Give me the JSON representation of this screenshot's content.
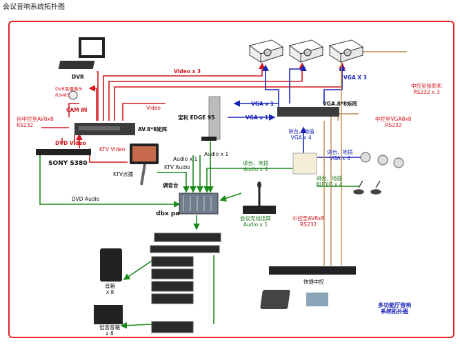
{
  "title": "会议音响系统拓扑图",
  "colors": {
    "red": "#d2161c",
    "blue": "#1a25b8",
    "green": "#1a8a1a",
    "tan": "#c08a4a",
    "frame": "#e6232a"
  },
  "labels": {
    "dvr": "DVR",
    "dvr_rs485": "DVR至摄像头\nRS485",
    "cam_in": "CAM IN",
    "av_to_rs232": "自中控至AV8x8\nRS232",
    "av_matrix": "AV.8*8矩阵",
    "dvd_video": "DVD Video",
    "sony": "SONY S380",
    "ktv_video": "KTV Video",
    "ktv_panel": "KTV点播",
    "ktv_audio": "KTV Audio",
    "dvd_audio": "DVD Audio",
    "video_x3": "Video x 3",
    "video": "Video",
    "edge": "宝利 EDGE 95",
    "audio_x1_a": "Audio x 1",
    "audio_x1_b": "Audio x 1",
    "mixer": "调音台",
    "dbx": "dbx pa",
    "mic_receiver": "会议无线话筒\nAudio x 1",
    "vga_x1_a": "VGA x 1",
    "vga_x1_b": "VGA x 1",
    "vga_matrix": "VGA.8*8矩阵",
    "vga_x3": "VGA X 3",
    "podium_vga": "讲台、地插\nVGA x 4",
    "podium_audio": "讲台、地插\nAudio x 4",
    "podium_vga2": "讲台、地插\nVGA x 4",
    "podium_audio2": "讲台、地插\nAUDIO x 4",
    "proj_rs232": "中控至投影机\nRS232 x 3",
    "vga_rs232": "中控至VGA8x8\nRS232",
    "av_rs232b": "中控至AV8x8\nRS232",
    "controller": "快捷中控",
    "speaker": "音箱\nx 8",
    "sub": "低音音箱\nx 8",
    "caption": "多功能厅音响\n系统拓扑图"
  }
}
